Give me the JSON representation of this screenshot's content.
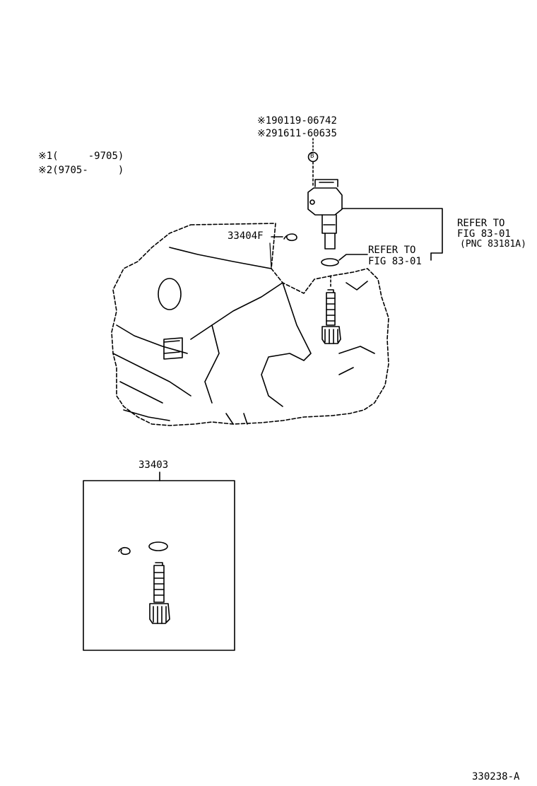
{
  "legend": {
    "line1_marker": "※1",
    "line1_range": "(     -9705)",
    "line2_marker": "※2",
    "line2_range": "(9705-     )"
  },
  "sensor_parts": {
    "line1_marker": "※1",
    "line1_part": "90119-06742",
    "line2_marker": "※2",
    "line2_part": "91611-60635",
    "callout_letter": "B"
  },
  "refer_upper": {
    "line1": "REFER TO",
    "line2": "FIG 83-01",
    "line3": "(PNC 83181A)"
  },
  "refer_lower": {
    "line1": "REFER TO",
    "line2": "FIG 83-01"
  },
  "part_labels": {
    "clip": "33404F",
    "kit": "33403"
  },
  "figure_code": "330238-A"
}
